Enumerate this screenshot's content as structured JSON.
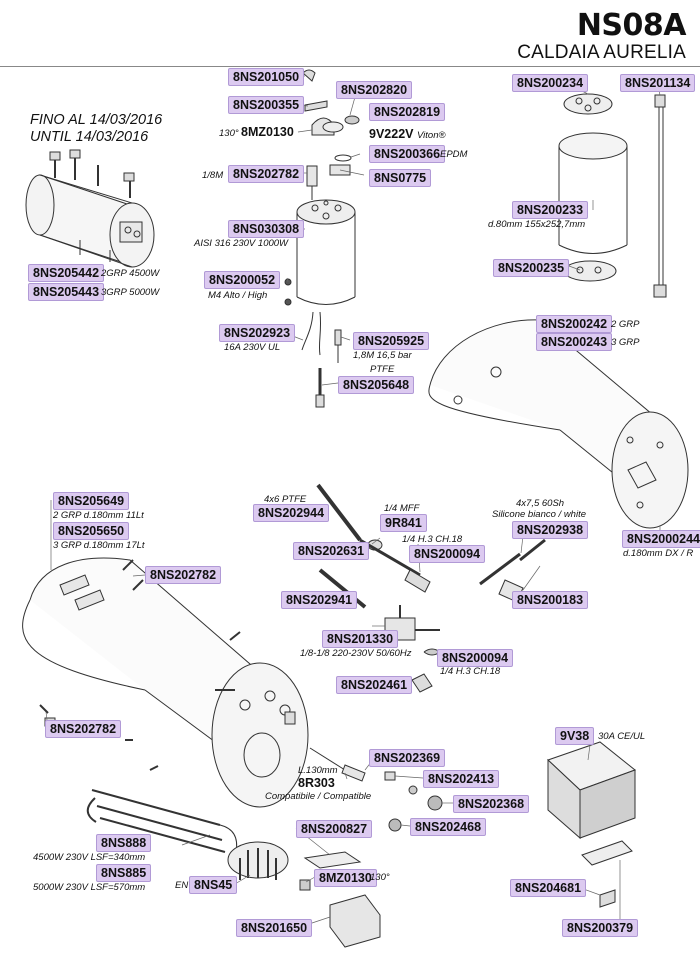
{
  "header": {
    "code": "NS08A",
    "title": "CALDAIA AURELIA"
  },
  "validity": {
    "it": "FINO AL 14/03/2016",
    "en": "UNTIL 14/03/2016"
  },
  "labels": {
    "p8NS201050": "8NS201050",
    "p8NS200355": "8NS200355",
    "p8NS202820": "8NS202820",
    "p8NS202819": "8NS202819",
    "p8MZ0130a": "8MZ0130",
    "p9V222V": "9V222V",
    "p8NS200366": "8NS200366",
    "p8NS202782a": "8NS202782",
    "p8NS0775": "8NS0775",
    "p8NS030308": "8NS030308",
    "p8NS200052": "8NS200052",
    "p8NS202923": "8NS202923",
    "p8NS205925": "8NS205925",
    "p8NS205648": "8NS205648",
    "p8NS205442": "8NS205442",
    "p8NS205443": "8NS205443",
    "p8NS200234": "8NS200234",
    "p8NS201134": "8NS201134",
    "p8NS200233": "8NS200233",
    "p8NS200235": "8NS200235",
    "p8NS200242": "8NS200242",
    "p8NS200243": "8NS200243",
    "p8NS2000244": "8NS2000244",
    "p8NS205649": "8NS205649",
    "p8NS205650": "8NS205650",
    "p8NS202782b": "8NS202782",
    "p8NS202782c": "8NS202782",
    "p8NS202944": "8NS202944",
    "p9R841": "9R841",
    "p8NS202631": "8NS202631",
    "p8NS200094a": "8NS200094",
    "p8NS202938": "8NS202938",
    "p8NS200183": "8NS200183",
    "p8NS202941": "8NS202941",
    "p8NS201330": "8NS201330",
    "p8NS200094b": "8NS200094",
    "p8NS202461": "8NS202461",
    "p8NS202369": "8NS202369",
    "p8R303": "8R303",
    "p8NS202413": "8NS202413",
    "p8NS202368": "8NS202368",
    "p8NS202468": "8NS202468",
    "p8NS200827": "8NS200827",
    "p8NS888": "8NS888",
    "p8NS885": "8NS885",
    "p8NS45": "8NS45",
    "p8MZ0130b": "8MZ0130",
    "p8NS201650": "8NS201650",
    "p9V38": "9V38",
    "p8NS204681": "8NS204681",
    "p8NS200379": "8NS200379"
  },
  "notes": {
    "n130a": "130°",
    "nViton": "Viton®",
    "nEPDM": "EPDM",
    "n18M": "1/8M",
    "nAISI": "AISI 316 230V 1000W",
    "nM4": "M4 Alto / High",
    "n16A": "16A 230V UL",
    "n18M16": "1,8M 16,5 bar",
    "nPTFE": "PTFE",
    "n2grp4500": "2GRP 4500W",
    "n3grp5000": "3GRP 5000W",
    "nd80": "d.80mm 155x252,7mm",
    "n2grp": "2 GRP",
    "n3grp": "3 GRP",
    "nd180dx": "d.180mm DX / R",
    "n2grp11": "2 GRP d.180mm 11Lt",
    "n3grp17": "3 GRP d.180mm 17Lt",
    "n4x6": "4x6 PTFE",
    "n14mff": "1/4 MFF",
    "n14h3a": "1/4 H.3 CH.18",
    "n4x75": "4x7,5 60Sh",
    "nSilicone": "Silicone bianco / white",
    "n18_220": "1/8-1/8 220-230V 50/60Hz",
    "n14h3b": "1/4 H.3 CH.18",
    "nL130": "L.130mm",
    "nCompat": "Compatibile / Compatible",
    "n4500lsf": "4500W 230V LSF=340mm",
    "n5000lsf": "5000W 230V LSF=570mm",
    "nEN": "EN",
    "n130b": "130°",
    "n30a": "30A CE/UL"
  }
}
